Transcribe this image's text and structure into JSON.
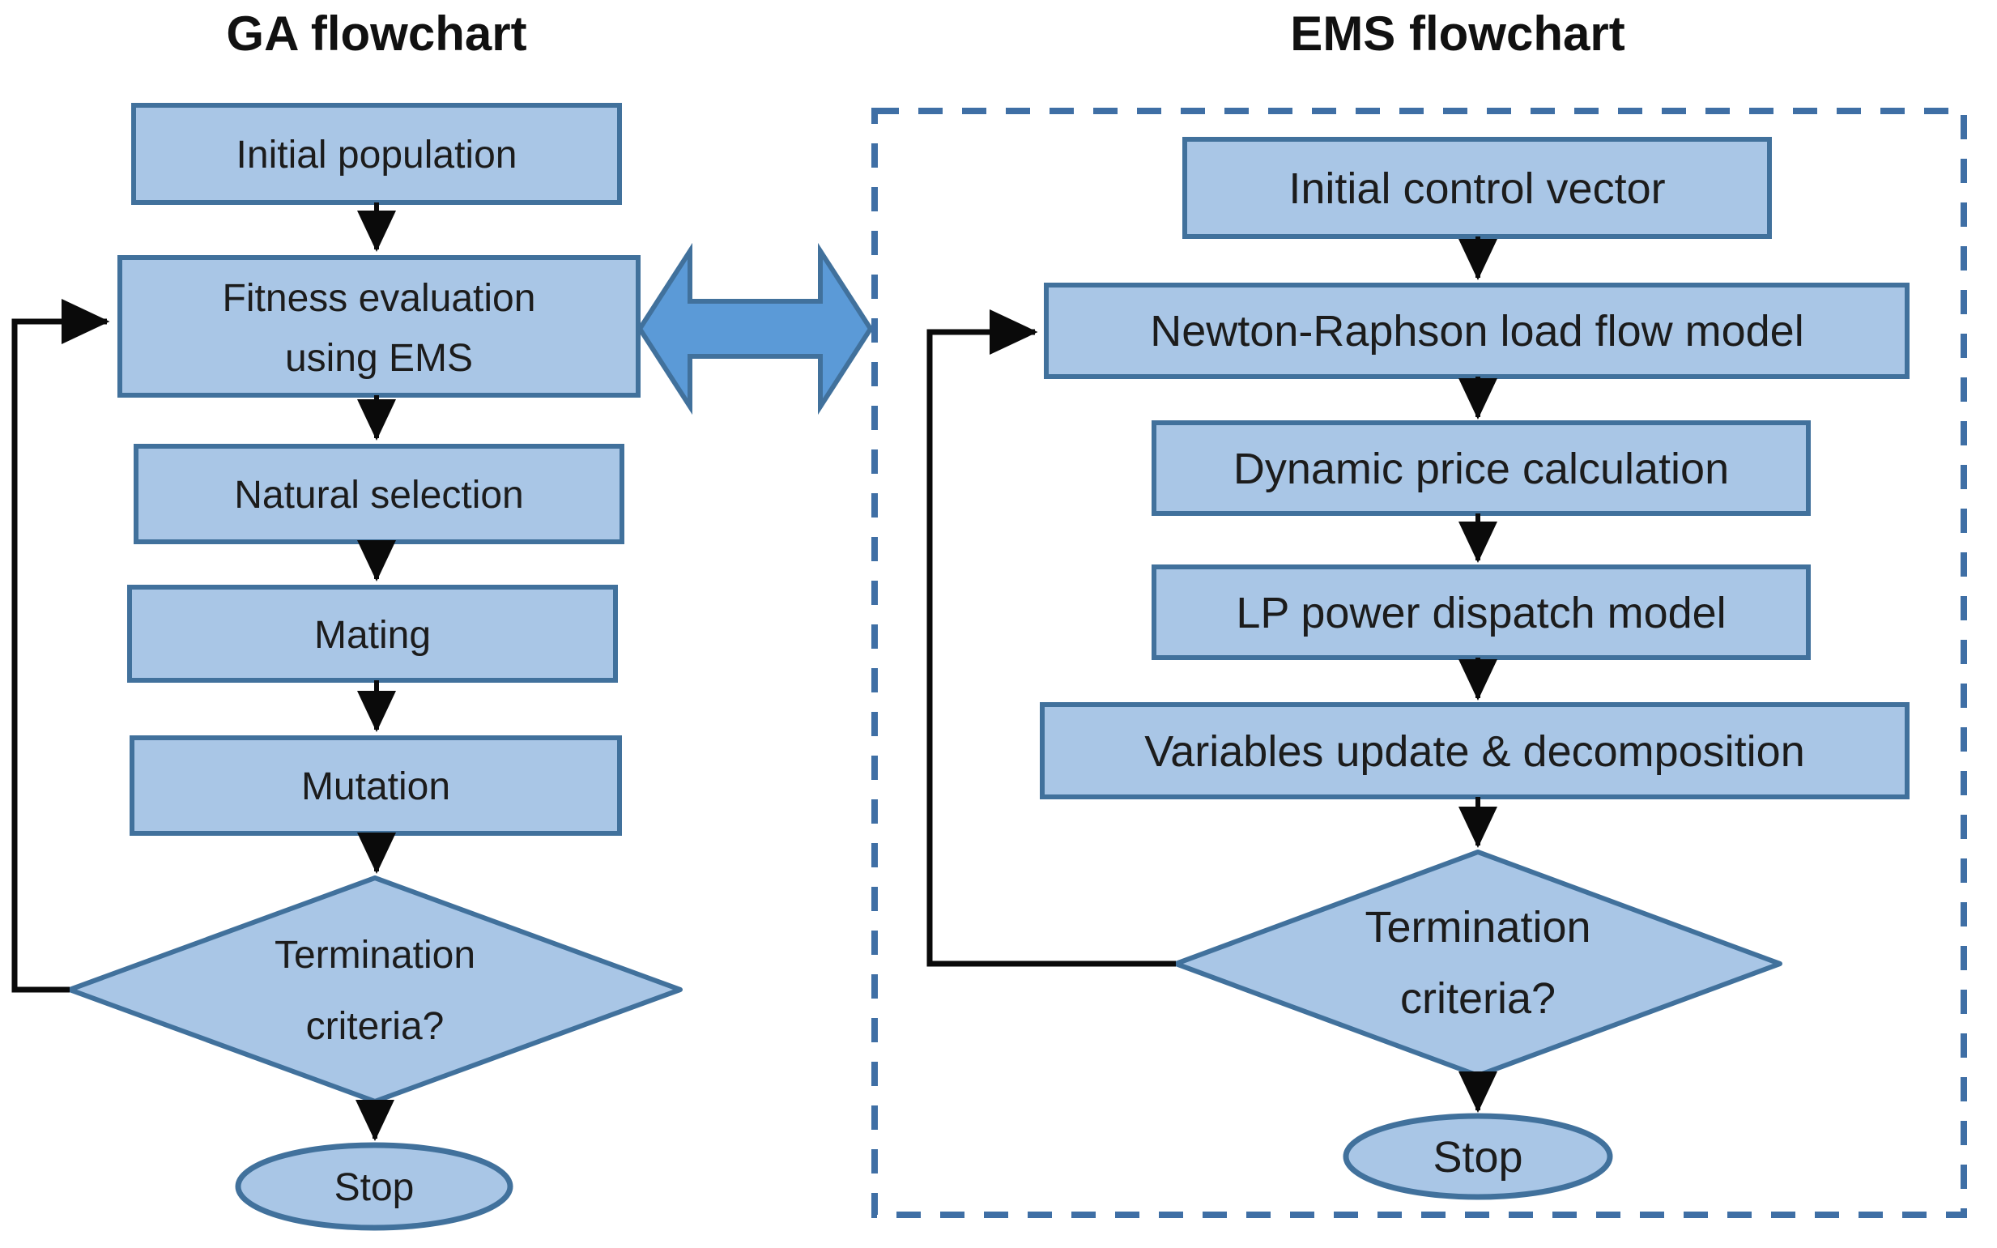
{
  "ga": {
    "title": "GA flowchart",
    "nodes": {
      "initial_population": "Initial population",
      "fitness_line1": "Fitness evaluation",
      "fitness_line2": "using EMS",
      "natural_selection": "Natural selection",
      "mating": "Mating",
      "mutation": "Mutation",
      "termination_line1": "Termination",
      "termination_line2": "criteria?",
      "stop": "Stop"
    }
  },
  "ems": {
    "title": "EMS flowchart",
    "nodes": {
      "initial_control_vector": "Initial control vector",
      "newton_raphson": "Newton-Raphson load flow model",
      "dynamic_price": "Dynamic price calculation",
      "lp_dispatch": "LP power dispatch model",
      "variables_update": "Variables update & decomposition",
      "termination_line1": "Termination",
      "termination_line2": "criteria?",
      "stop": "Stop"
    }
  },
  "colors": {
    "node_fill": "#a9c6e6",
    "node_border": "#41719c",
    "text_color": "#1c1c1c",
    "connector_color": "#0a0a0a",
    "link_arrow_fill": "#5b9ad7",
    "link_arrow_border": "#41719c",
    "dashed_border": "#3f6fa5",
    "background": "#ffffff"
  }
}
